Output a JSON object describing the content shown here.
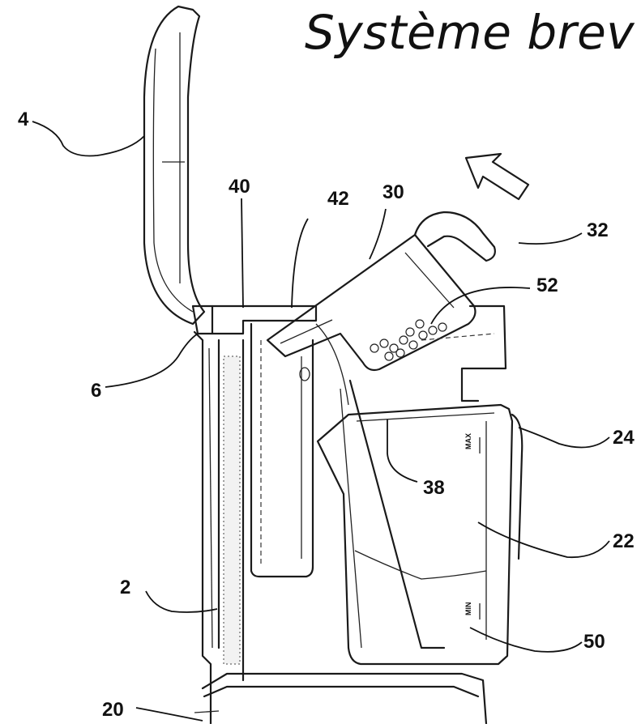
{
  "title": "Système brev",
  "labels": {
    "l4": "4",
    "l40": "40",
    "l42": "42",
    "l30": "30",
    "l32": "32",
    "l52": "52",
    "l6": "6",
    "l24": "24",
    "l38": "38",
    "l22": "22",
    "l2": "2",
    "l50": "50",
    "l20": "20"
  },
  "scale_marks": {
    "max": "MAX",
    "min": "MIN"
  }
}
